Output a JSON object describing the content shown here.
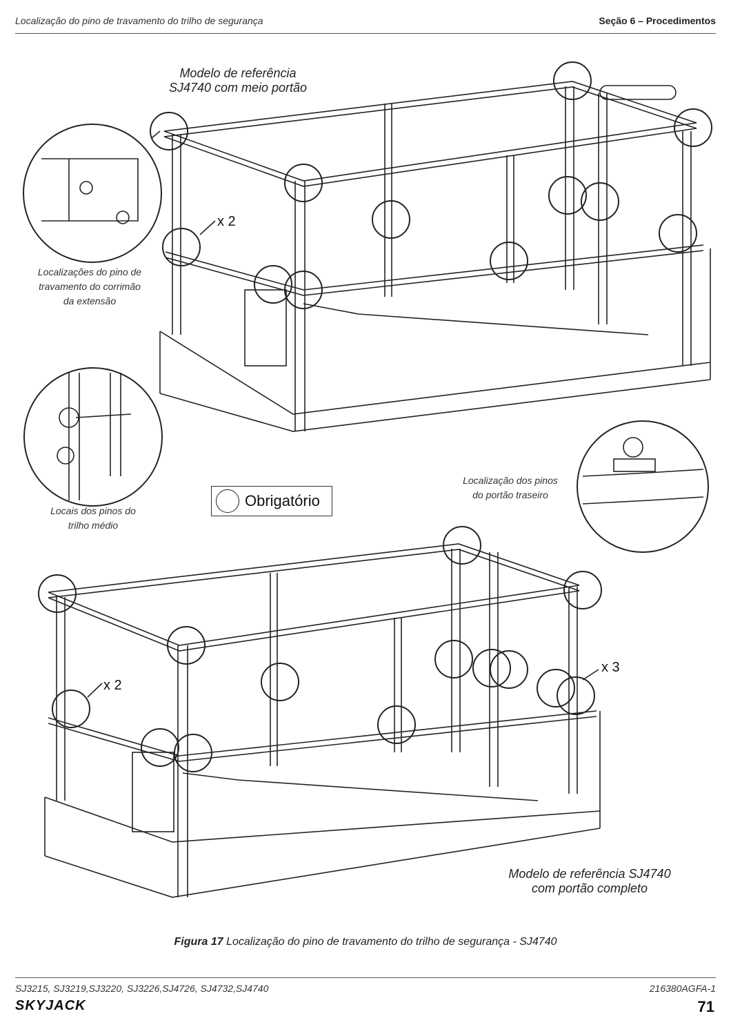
{
  "header": {
    "left": "Localização do pino de travamento do trilho de segurança",
    "right": "Seção 6 – Procedimentos"
  },
  "top_model": {
    "line1": "Modelo de referência",
    "line2": "SJ4740 com meio portão"
  },
  "bottom_model": {
    "line1": "Modelo de referência SJ4740",
    "line2": "com portão completo"
  },
  "callouts": {
    "extension_rail": {
      "line1": "Localizações do pino de",
      "line2": "travamento do corrimão",
      "line3": "da extensão"
    },
    "mid_rail": {
      "line1": "Locais dos pinos do",
      "line2": "trilho médio"
    },
    "rear_gate": {
      "line1": "Localização dos pinos",
      "line2": "do portão traseiro"
    }
  },
  "counts": {
    "top_left": "x 2",
    "bottom_left": "x 2",
    "bottom_right": "x 3"
  },
  "legend": {
    "label": "Obrigatório"
  },
  "figure": {
    "number": "Figura 17",
    "caption": "Localização do pino de travamento do trilho de segurança - SJ4740"
  },
  "footer": {
    "models": "SJ3215, SJ3219,SJ3220, SJ3226,SJ4726, SJ4732,SJ4740",
    "doc_number": "216380AGFA-1",
    "brand": "SKYJACK",
    "page": "71"
  }
}
